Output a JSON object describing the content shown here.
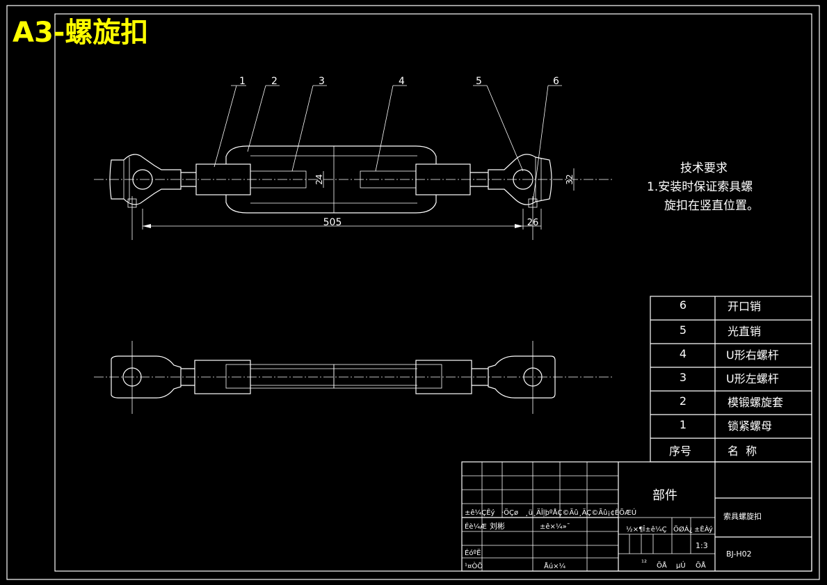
{
  "title": "A3-螺旋扣",
  "balloons": [
    "1",
    "2",
    "3",
    "4",
    "5",
    "6"
  ],
  "dimensions": {
    "length": "505",
    "pin_offset": "26",
    "dia_small": "24",
    "dia_large": "32"
  },
  "tech_requirements": {
    "heading": "技术要求",
    "line1": "1.安装时保证索具螺",
    "line2": "旋扣在竖直位置。"
  },
  "parts_list": {
    "header": {
      "no": "序号",
      "name": "名  称"
    },
    "rows": [
      {
        "no": "6",
        "name": "开口销"
      },
      {
        "no": "5",
        "name": "光直销"
      },
      {
        "no": "4",
        "name": "U形右螺杆"
      },
      {
        "no": "3",
        "name": "U形左螺杆"
      },
      {
        "no": "2",
        "name": "模锻螺旋套"
      },
      {
        "no": "1",
        "name": "锁紧螺母"
      }
    ]
  },
  "title_block": {
    "part_type": "部件",
    "assembly_name": "索具螺旋扣",
    "drawing_no": "BJ-H02",
    "scale": "1:3",
    "garbled_row1": "±ê¼ÇÊý   ·ÖÇø   ¸ü¸ÄÎļþºÅÇ©Ãû¸ÄÇ©Ãû¡¢ÈÕÆÚ",
    "garbled_row2a": "Éè¼Æ",
    "garbled_row2b": "刘彬",
    "garbled_row2c": "±ê×¼»¯",
    "garbled_row2d": "½×¶Î±ê¼Ç",
    "garbled_row2e": "ÖØÁ¿",
    "garbled_row2f": "±ÈÀý",
    "garbled_row3": "ÉóºË",
    "garbled_row4a": "¹¤ÒÕ",
    "garbled_row4b": "Åú×¼",
    "garbled_row4c": "¹²",
    "garbled_row4d": "ÕÅ",
    "garbled_row4e": "µÚ",
    "garbled_row4f": "ÕÅ"
  },
  "colors": {
    "background": "#000000",
    "lines": "#ffffff",
    "title": "#ffff00"
  }
}
